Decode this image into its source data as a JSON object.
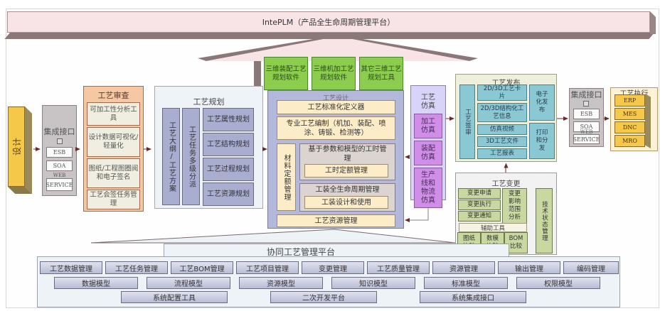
{
  "platform_top": {
    "title": "IntePLM（产品全生命周期管理平台）"
  },
  "design_source": {
    "label": "设计"
  },
  "integration_left": {
    "title": "集成接口",
    "items": [
      "ESB",
      "SOA",
      "SERVICE"
    ],
    "note": "WEB"
  },
  "process_review": {
    "title": "工艺审查",
    "items": [
      "可加工性分析工具",
      "设计数据可视化/轻量化",
      "图纸/工程图圈阅和电子签名",
      "工艺会签任务管理"
    ]
  },
  "process_planning": {
    "title": "工艺规划",
    "columns": [
      "工艺大纲/工艺方案",
      "工艺任务多级分派"
    ],
    "items": [
      "工艺属性规划",
      "工艺结构规划",
      "工艺过程规划",
      "工艺资源规划"
    ]
  },
  "planning_tools": [
    "三维装配工艺规划软件",
    "三维机加工艺规划软件",
    "其它三维工艺规划工具"
  ],
  "process_design": {
    "title": "工艺设计",
    "items": {
      "standardizer": "工艺标准化定义器",
      "authoring": "专业工艺编制（机加、装配、喷涂、铸锻、检测等）",
      "material_quota": "材料定额管理",
      "man_hour_group": "基于参数和模型的工时管理",
      "man_hour_quota": "工时定额管理",
      "tooling_group": "工装全生命周期管理",
      "tooling_design": "工装设计和使用",
      "resources": "工艺资源管理"
    }
  },
  "process_simulation": {
    "title": "工艺仿真",
    "items": [
      "加工仿真",
      "装配仿真",
      "生产线和物流仿真"
    ]
  },
  "process_publish": {
    "title": "工艺发布",
    "signoff": "工艺签审",
    "items": [
      "2D/3D工艺卡片",
      "2D/3D结构化工艺信息",
      "仿真视频",
      "3D工艺文件",
      "工艺报表"
    ],
    "right": [
      "电子化发布",
      "打印和分发"
    ]
  },
  "process_change": {
    "title": "工艺变更",
    "items": [
      "变更申请",
      "变更执行",
      "变更通知"
    ],
    "impact": "变更影响范围分析",
    "tech_state": "技术状态管理",
    "aux_title": "辅助工具",
    "aux": [
      "图纸比较",
      "数模比较",
      "BOM比较"
    ]
  },
  "integration_right": {
    "title": "集成接口",
    "items": [
      "ESB",
      "SOA",
      "SERVICE"
    ],
    "note": "WEB"
  },
  "process_execution": {
    "title": "工艺执行",
    "items": [
      "ERP",
      "MES",
      "DNC",
      "MRO"
    ]
  },
  "collab_platform": {
    "title": "协同工艺管理平台",
    "row1": [
      "工艺数据管理",
      "工艺任务管理",
      "工艺BOM管理",
      "工艺项目管理",
      "变更管理",
      "工艺质量管理",
      "资源管理",
      "输出管理",
      "编码管理"
    ],
    "row2": [
      "数据模型",
      "流程模型",
      "资源模型",
      "知识模型",
      "标准模型",
      "权限模型"
    ],
    "row3": [
      "系统配置工具",
      "二次开发平台",
      "系统集成接口"
    ]
  }
}
